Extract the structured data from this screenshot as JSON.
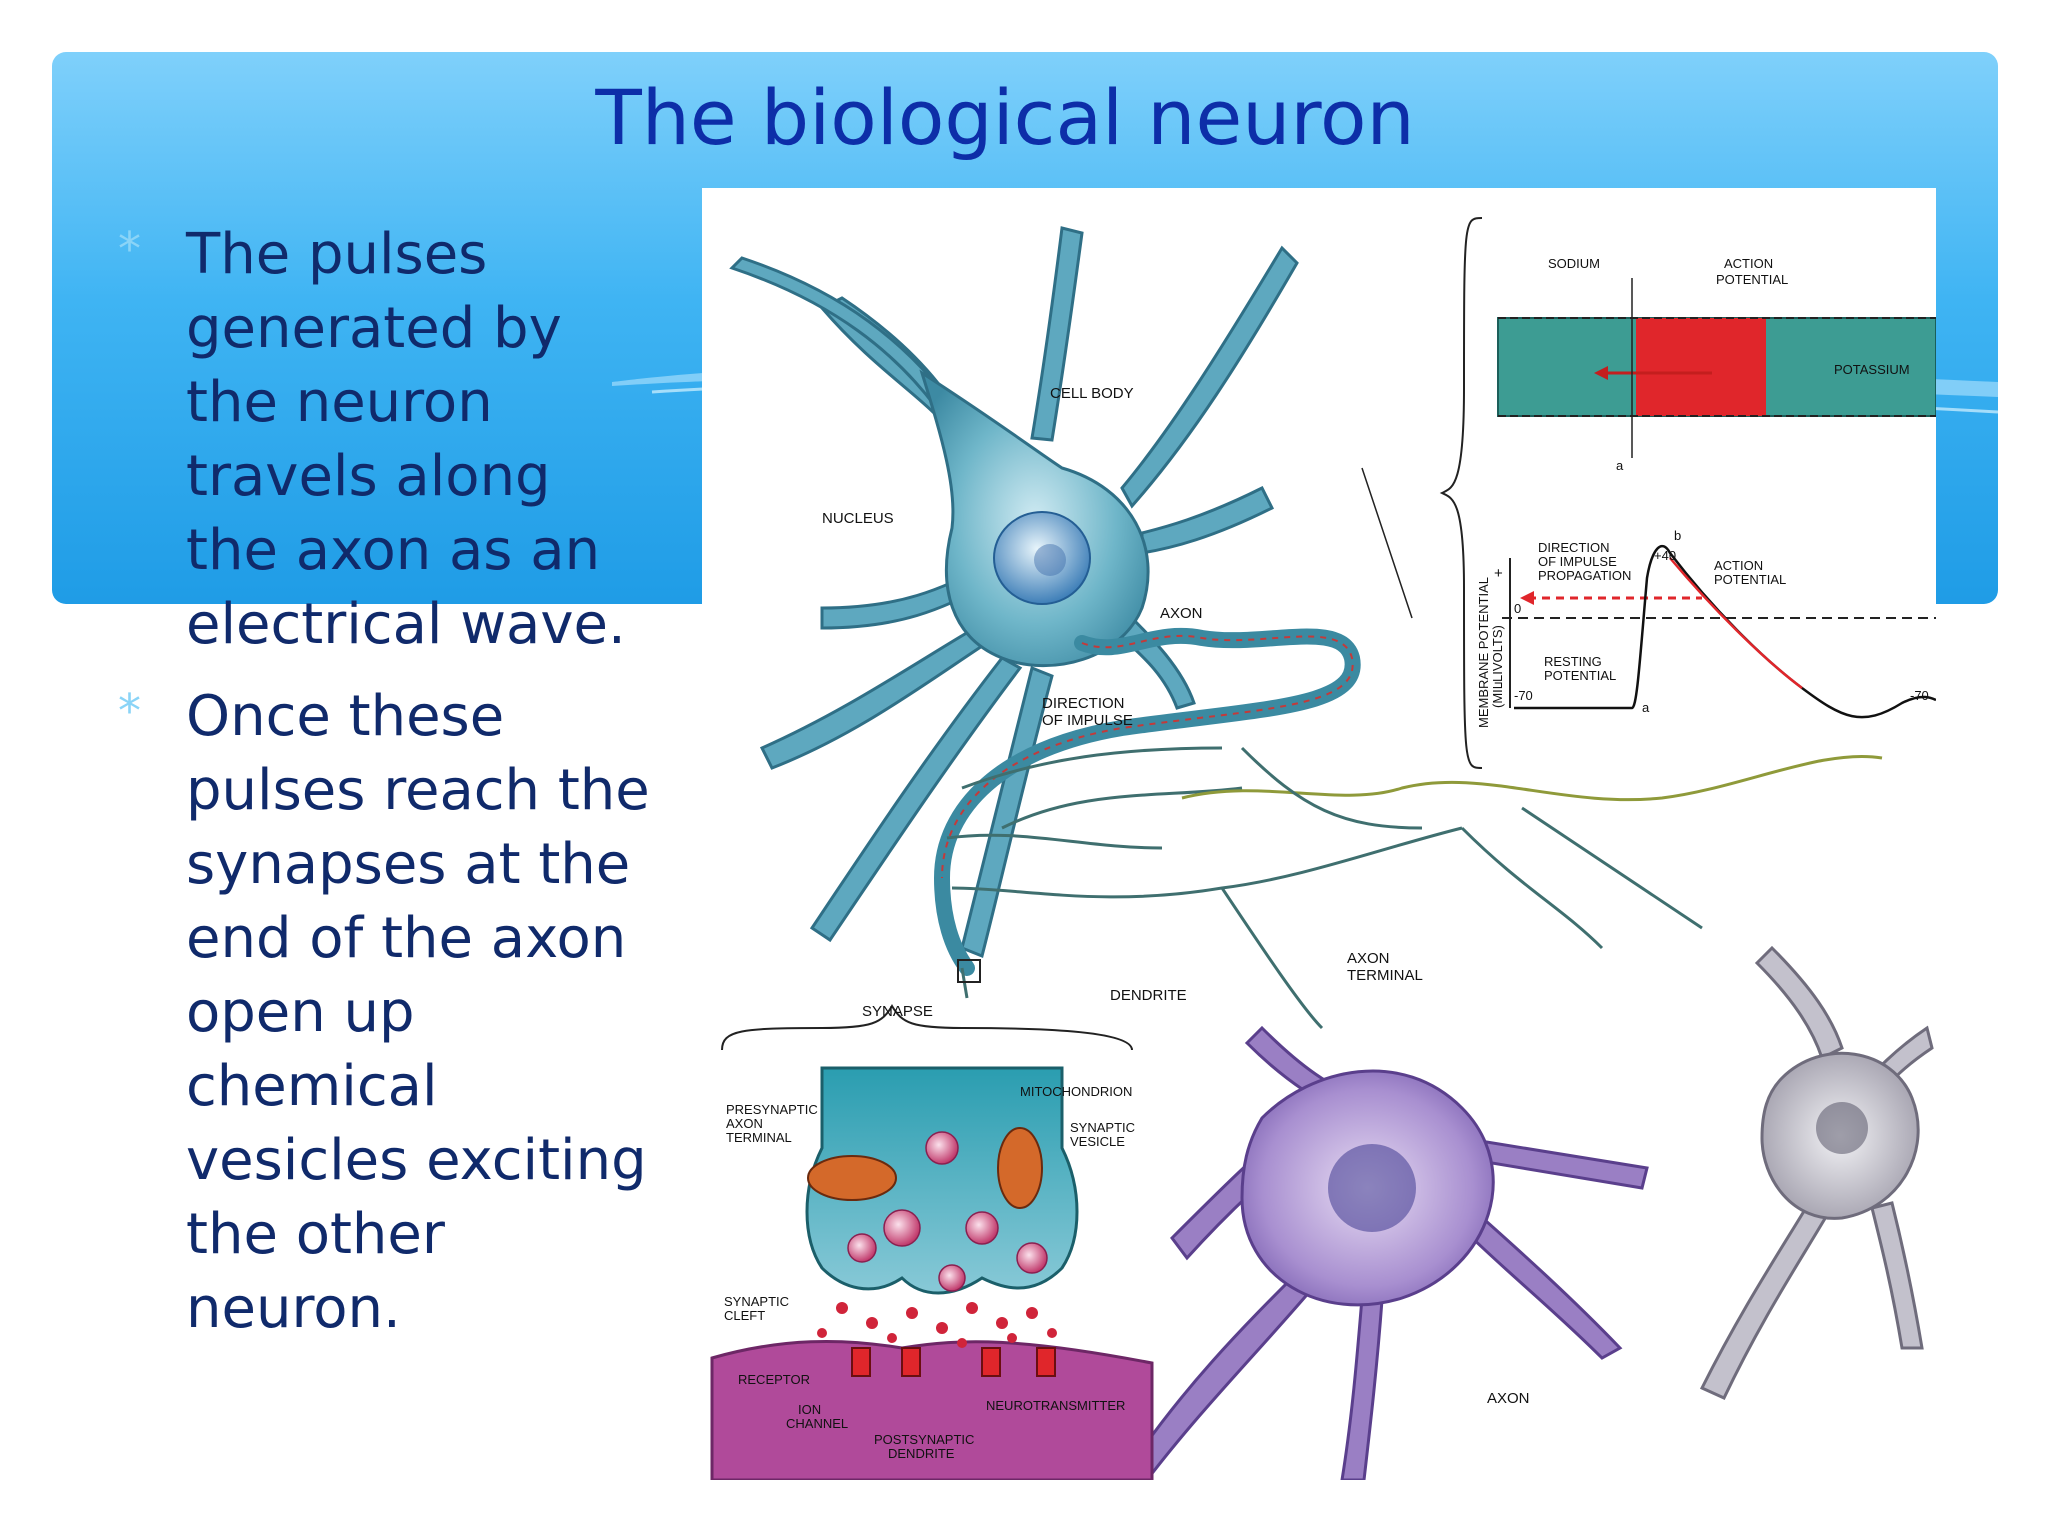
{
  "slide": {
    "title": "The biological neuron",
    "bullets": [
      {
        "lines": [
          "The pulses",
          "generated by",
          "the neuron",
          "travels along",
          "the axon as an",
          "electrical wave."
        ]
      },
      {
        "lines": [
          "Once these",
          "pulses reach the",
          "synapses at the",
          "end of the axon",
          "open up",
          "chemical",
          "vesicles exciting",
          "the other",
          "neuron."
        ]
      }
    ],
    "bullet_symbol": "*"
  },
  "figure": {
    "labels": {
      "cell_body": "CELL BODY",
      "nucleus": "NUCLEUS",
      "axon": "AXON",
      "direction_of_impulse_1": "DIRECTION",
      "direction_of_impulse_2": "OF IMPULSE",
      "synapse": "SYNAPSE",
      "dendrite": "DENDRITE",
      "axon_terminal_1": "AXON",
      "axon_terminal_2": "TERMINAL",
      "axon_bottom": "AXON",
      "sodium": "SODIUM",
      "action_potential_top_1": "ACTION",
      "action_potential_top_2": "POTENTIAL",
      "potassium": "POTASSIUM",
      "point_a": "a",
      "point_b": "b",
      "direction_propagation_1": "DIRECTION",
      "direction_propagation_2": "OF IMPULSE",
      "direction_propagation_3": "PROPAGATION",
      "plus_40": "+40",
      "action_potential_graph_1": "ACTION",
      "action_potential_graph_2": "POTENTIAL",
      "membrane_potential_1": "MEMBRANE POTENTIAL",
      "membrane_potential_2": "(MILLIVOLTS)",
      "plus_sign": "+",
      "zero": "0",
      "minus_sign": "−",
      "resting_potential_1": "RESTING",
      "resting_potential_2": "POTENTIAL",
      "minus_70_left": "-70",
      "minus_70_right": "-70",
      "presynaptic_1": "PRESYNAPTIC",
      "presynaptic_2": "AXON",
      "presynaptic_3": "TERMINAL",
      "mitochondrion": "MITOCHONDRION",
      "synaptic_vesicle_1": "SYNAPTIC",
      "synaptic_vesicle_2": "VESICLE",
      "synaptic_cleft_1": "SYNAPTIC",
      "synaptic_cleft_2": "CLEFT",
      "receptor": "RECEPTOR",
      "ion_channel_1": "ION",
      "ion_channel_2": "CHANNEL",
      "neurotransmitter": "NEUROTRANSMITTER",
      "postsynaptic_1": "POSTSYNAPTIC",
      "postsynaptic_2": "DENDRITE"
    }
  }
}
